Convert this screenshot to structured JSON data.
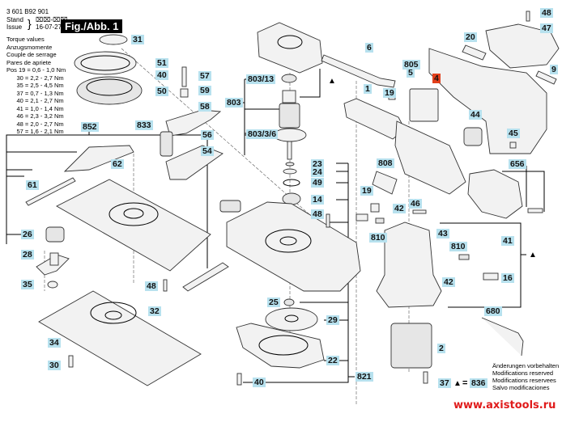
{
  "header": {
    "doc_number": "3 601 B92 901",
    "stand_label": "Stand",
    "stand_value": "⌧⌧-⌧⌧",
    "issue_label": "Issue",
    "issue_value": "16-07-27",
    "figure_label": "Fig./Abb. 1"
  },
  "torque": {
    "titles": [
      "Torque values",
      "Anzugsmomente",
      "Couple de serrage",
      "Pares de apriete"
    ],
    "rows": [
      "Pos 19 = 0,6 - 1,0 Nm",
      "      30 = 2,2 - 2,7 Nm",
      "      35 = 2,5 - 4,5 Nm",
      "      37 = 0,7 - 1,3 Nm",
      "      40 = 2,1 - 2,7 Nm",
      "      41 = 1,0 - 1,4 Nm",
      "      46 = 2,3 - 3,2 Nm",
      "      48 = 2,0 - 2,7 Nm",
      "      57 = 1,6 - 2,1 Nm"
    ]
  },
  "labels": {
    "l31": "31",
    "l51": "51",
    "l40a": "40",
    "l50": "50",
    "l57": "57",
    "l59": "59",
    "l58": "58",
    "l833": "833",
    "l56": "56",
    "l54": "54",
    "l852": "852",
    "l62": "62",
    "l61": "61",
    "l26": "26",
    "l28": "28",
    "l35": "35",
    "l48a": "48",
    "l32": "32",
    "l34": "34",
    "l30": "30",
    "l803_13": "803/13",
    "l803": "803",
    "l803_3_6": "803/3/6",
    "l23": "23",
    "l24": "24",
    "l49": "49",
    "l14": "14",
    "l48b": "48",
    "l25": "25",
    "l29": "29",
    "l22": "22",
    "l40b": "40",
    "l821": "821",
    "l6": "6",
    "l1": "1",
    "l805": "805",
    "l5": "5",
    "l19a": "19",
    "l4": "4",
    "l20": "20",
    "l48c": "48",
    "l47": "47",
    "l9": "9",
    "l44": "44",
    "l45": "45",
    "l808": "808",
    "l19b": "19",
    "l42a": "42",
    "l46": "46",
    "l810a": "810",
    "l656": "656",
    "l43": "43",
    "l41": "41",
    "l810b": "810",
    "l42b": "42",
    "l16": "16",
    "l680": "680",
    "l2": "2",
    "l37": "37",
    "l836": "836"
  },
  "legend": {
    "triangle_symbol": "▲",
    "equals": "=",
    "triangle_ref": "836"
  },
  "notes": [
    "Änderungen vorbehalten",
    "Modifications reserved",
    "Modifications reservees",
    "Salvo modificaciones"
  ],
  "watermark": "www.axistools.ru",
  "colors": {
    "label_bg": "#b7e1ee",
    "highlight_bg": "#e2401c",
    "watermark": "#e01b1b"
  }
}
